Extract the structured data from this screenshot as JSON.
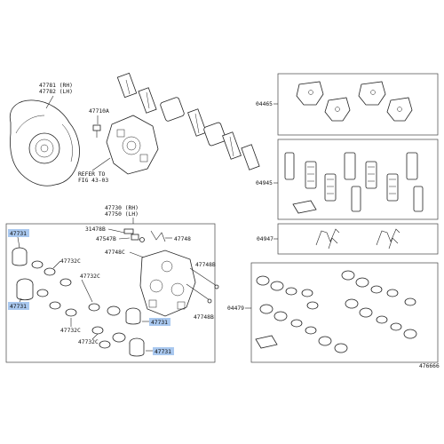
{
  "labels": {
    "p47781": "47781 (RH)",
    "p47782": "47782 (LH)",
    "p47710a": "47710A",
    "refer1": "REFER TO",
    "refer2": "FIG 43-03",
    "p04465": "04465",
    "p04945": "04945",
    "p47730": "47730 (RH)",
    "p47750": "47750 (LH)",
    "p31478b": "31478B",
    "p47547b": "47547B",
    "p47748": "47748",
    "p47748c": "47748C",
    "p47748b_1": "47748B",
    "p47748b_2": "47748B",
    "p47731_a": "47731",
    "p47731_b": "47731",
    "p47731_c": "47731",
    "p47731_d": "47731",
    "p47732c_1": "47732C",
    "p47732c_2": "47732C",
    "p47732c_3": "47732C",
    "p47732c_4": "47732C",
    "p04947": "04947",
    "p04479": "04479",
    "figno": "476666"
  },
  "colors": {
    "highlight": "#a9c8ef",
    "line": "#222222"
  }
}
